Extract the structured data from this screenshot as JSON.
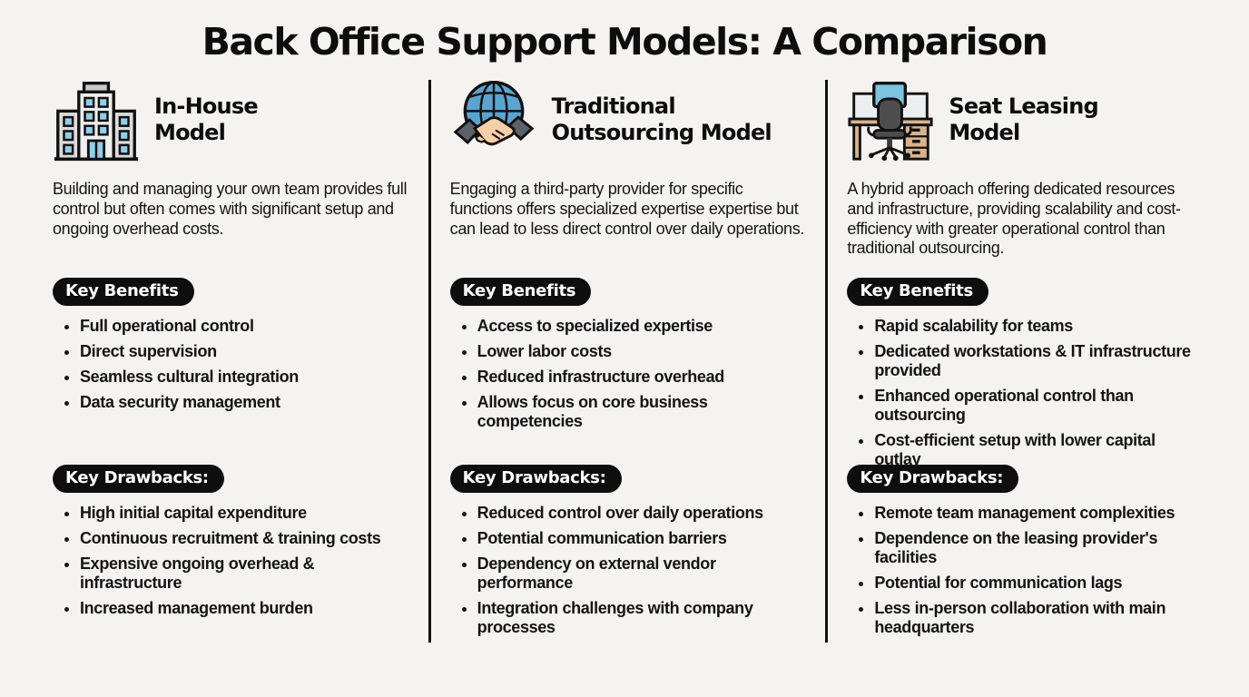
{
  "title": {
    "part1": "Back Office Support Models:",
    "part2": " A Comparison"
  },
  "colors": {
    "background": "#f4f3ef",
    "pill_background": "#0e0e0e",
    "pill_text": "#ffffff",
    "divider": "#111111",
    "icon_blue": "#5ba4cf",
    "icon_window_blue": "#8fd0e8",
    "icon_gray": "#dcdcdc",
    "icon_tan": "#d9b38c",
    "icon_chair_gray": "#4d4d4d",
    "icon_skin": "#f6cfa9"
  },
  "columns": [
    {
      "icon": "building-icon",
      "title_line1": "In-House",
      "title_line2": "Model",
      "description": "Building and managing your own team provides full control but often comes with significant setup and ongoing overhead costs.",
      "benefits_label": "Key Benefits",
      "benefits": [
        "Full operational control",
        "Direct supervision",
        "Seamless cultural integration",
        "Data security management"
      ],
      "drawbacks_label": "Key Drawbacks:",
      "drawbacks": [
        "High initial capital expenditure",
        "Continuous recruitment & training costs",
        "Expensive ongoing overhead & infrastructure",
        "Increased management burden"
      ]
    },
    {
      "icon": "globe-handshake-icon",
      "title_line1": "Traditional",
      "title_line2": "Outsourcing Model",
      "description": "Engaging a third-party provider for specific functions offers specialized expertise expertise but can lead to less direct control over daily operations.",
      "benefits_label": "Key Benefits",
      "benefits": [
        "Access to specialized expertise",
        "Lower labor costs",
        "Reduced infrastructure overhead",
        "Allows focus on core business competencies"
      ],
      "drawbacks_label": "Key Drawbacks:",
      "drawbacks": [
        "Reduced control over daily operations",
        "Potential communication barriers",
        "Dependency on external vendor performance",
        "Integration challenges with company processes"
      ]
    },
    {
      "icon": "desk-workstation-icon",
      "title_line1": "Seat Leasing",
      "title_line2": "Model",
      "description": "A hybrid approach offering dedicated resources and infrastructure, providing scalability and cost-efficiency with greater operational control than traditional outsourcing.",
      "benefits_label": "Key Benefits",
      "benefits": [
        "Rapid scalability for teams",
        "Dedicated workstations & IT infrastructure provided",
        "Enhanced operational control than outsourcing",
        "Cost-efficient setup with lower capital outlay"
      ],
      "drawbacks_label": "Key Drawbacks:",
      "drawbacks": [
        "Remote team management complexities",
        "Dependence on the leasing provider's facilities",
        "Potential for communication lags",
        "Less in-person collaboration with main headquarters"
      ]
    }
  ]
}
